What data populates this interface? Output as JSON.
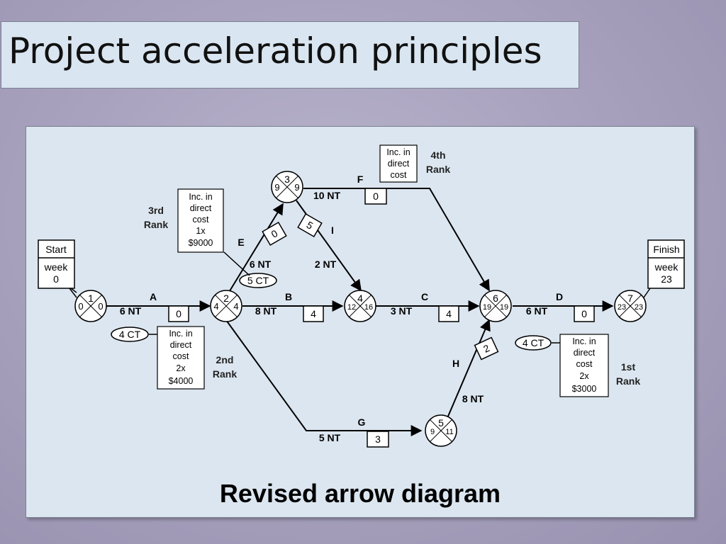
{
  "title": "Project acceleration principles",
  "caption": "Revised arrow diagram",
  "start": {
    "label": "Start",
    "sub1": "week",
    "sub2": "0"
  },
  "finish": {
    "label": "Finish",
    "sub1": "week",
    "sub2": "23"
  },
  "nodes": [
    {
      "id": "1",
      "left": "0",
      "right": "0"
    },
    {
      "id": "2",
      "left": "4",
      "right": "4"
    },
    {
      "id": "3",
      "left": "9",
      "right": "9"
    },
    {
      "id": "4",
      "left": "12",
      "right": "16"
    },
    {
      "id": "5",
      "left": "9",
      "right": "11"
    },
    {
      "id": "6",
      "left": "19",
      "right": "19"
    },
    {
      "id": "7",
      "left": "23",
      "right": "23"
    }
  ],
  "activities": [
    {
      "name": "A",
      "duration": "6 NT",
      "float": "0"
    },
    {
      "name": "B",
      "duration": "8 NT",
      "float": "4"
    },
    {
      "name": "C",
      "duration": "3 NT",
      "float": "4"
    },
    {
      "name": "D",
      "duration": "6 NT",
      "float": "0"
    },
    {
      "name": "E",
      "duration": "6 NT",
      "float": "0"
    },
    {
      "name": "F",
      "duration": "10 NT",
      "float": "0"
    },
    {
      "name": "G",
      "duration": "5 NT",
      "float": "3"
    },
    {
      "name": "H",
      "duration": "8 NT",
      "float": "2"
    },
    {
      "name": "I",
      "duration": "2 NT",
      "float": "5"
    }
  ],
  "crash_tags": {
    "a": "4 CT",
    "e": "5 CT",
    "d": "4 CT"
  },
  "cost_notes": {
    "first": [
      "Inc. in",
      "direct",
      "cost",
      "2x",
      "$3000"
    ],
    "second": [
      "Inc. in",
      "direct",
      "cost",
      "2x",
      "$4000"
    ],
    "third": [
      "Inc. in",
      "direct",
      "cost",
      "1x",
      "$9000"
    ],
    "fourth": [
      "Inc. in",
      "direct",
      "cost"
    ]
  },
  "ranks": {
    "first": [
      "1st",
      "Rank"
    ],
    "second": [
      "2nd",
      "Rank"
    ],
    "third": [
      "3rd",
      "Rank"
    ],
    "fourth": [
      "4th",
      "Rank"
    ]
  },
  "colors": {
    "line": "#000000",
    "node_fill": "#ffffff",
    "panel": "#dce6f0",
    "title_box": "#d9e5f0"
  }
}
